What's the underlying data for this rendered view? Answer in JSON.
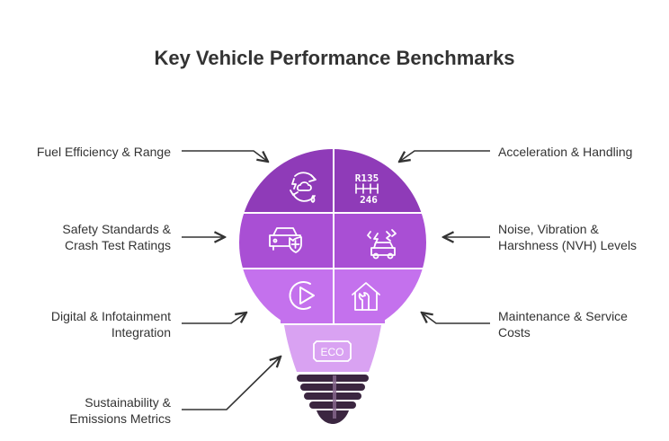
{
  "title": "Key Vehicle Performance Benchmarks",
  "colors": {
    "top": "#8f3bb8",
    "middle": "#a94fd4",
    "lower": "#c471ed",
    "neck": "#d9a2f2",
    "base_dark": "#3b2640",
    "base_light": "#8a6a8f",
    "icon": "#ffffff",
    "text": "#333333",
    "arrow": "#333333"
  },
  "labels": {
    "fuel": "Fuel Efficiency & Range",
    "acceleration": "Acceleration & Handling",
    "safety_1": "Safety Standards &",
    "safety_2": "Crash Test Ratings",
    "nvh_1": "Noise, Vibration &",
    "nvh_2": "Harshness (NVH) Levels",
    "digital_1": "Digital & Infotainment",
    "digital_2": "Integration",
    "maintenance_1": "Maintenance & Service",
    "maintenance_2": "Costs",
    "sustainability_1": "Sustainability &",
    "sustainability_2": "Emissions Metrics"
  },
  "icons": {
    "fuel": "fuel-cycle-icon",
    "gear": "gear-shift-icon",
    "safety": "car-shield-icon",
    "nvh": "car-vibration-icon",
    "digital": "digital-play-icon",
    "maintenance": "house-wrench-icon",
    "eco": "eco-badge-icon"
  },
  "icon_text": {
    "gear_top": "R135",
    "gear_bottom": "246",
    "eco": "ECO"
  }
}
